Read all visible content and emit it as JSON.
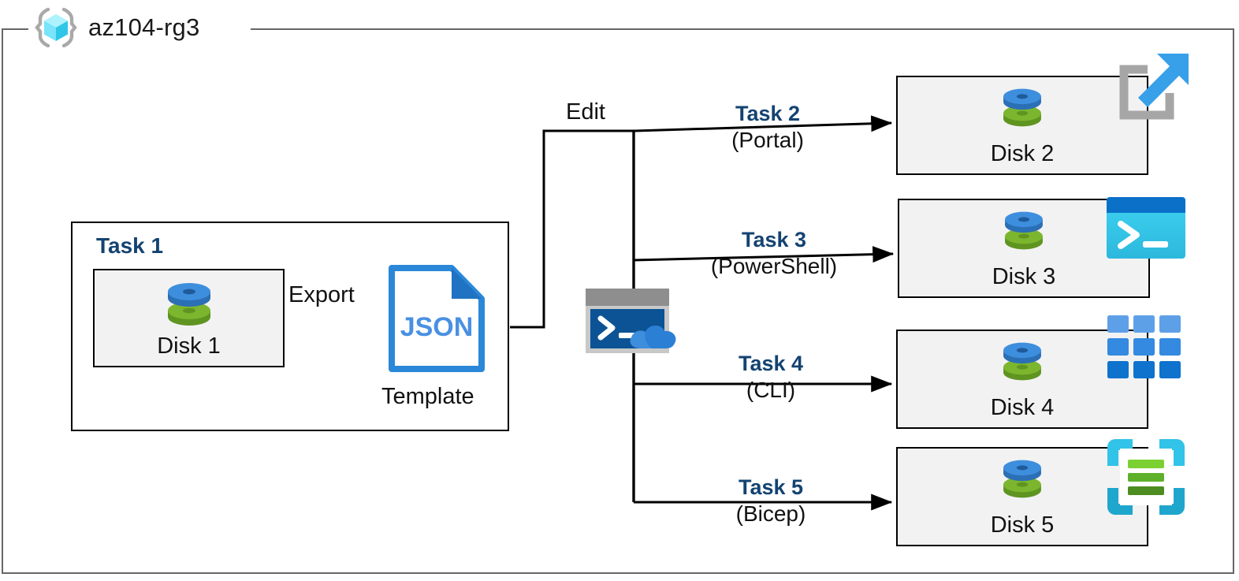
{
  "resource_group": {
    "name": "az104-rg3",
    "icon": "azure-resource-group-icon"
  },
  "task1": {
    "heading": "Task 1",
    "disk": {
      "label": "Disk 1",
      "icon": "managed-disk-icon"
    },
    "export_label": "Export",
    "template": {
      "file_type": "JSON",
      "caption": "Template",
      "icon": "json-file-icon"
    }
  },
  "edit": {
    "label": "Edit",
    "cloudshell_icon": "cloud-shell-icon"
  },
  "branches": [
    {
      "task": "Task 2",
      "tool": "(Portal)",
      "disk": "Disk 2",
      "tool_icon": "azure-portal-icon",
      "disk_icon": "managed-disk-icon"
    },
    {
      "task": "Task 3",
      "tool": "(PowerShell)",
      "disk": "Disk 3",
      "tool_icon": "powershell-icon",
      "disk_icon": "managed-disk-icon"
    },
    {
      "task": "Task 4",
      "tool": "(CLI)",
      "disk": "Disk 4",
      "tool_icon": "azure-cli-icon",
      "disk_icon": "managed-disk-icon"
    },
    {
      "task": "Task 5",
      "tool": "(Bicep)",
      "disk": "Disk 5",
      "tool_icon": "bicep-icon",
      "disk_icon": "managed-disk-icon"
    }
  ],
  "colors": {
    "task_heading_blue": "#134372",
    "frame_gray": "#666666",
    "box_fill": "#f2f2f2",
    "box_stroke": "#000000",
    "disk_blue": "#3e8ede",
    "disk_green": "#7cb62e",
    "json_blue": "#2b88d8",
    "portal_gray": "#a6a6a6",
    "portal_arrow_blue": "#37a0e8",
    "powershell_top": "#0a70c8",
    "powershell_body": "#34c5eb",
    "cli_blue": "#2b88d8",
    "bicep_cyan": "#32c3e8",
    "bicep_green": "#7cd132",
    "cloudshell_terminal": "#0b5394",
    "cloudshell_frame": "#8e8e8e",
    "rg_cube_cyan": "#4fd8f5"
  }
}
